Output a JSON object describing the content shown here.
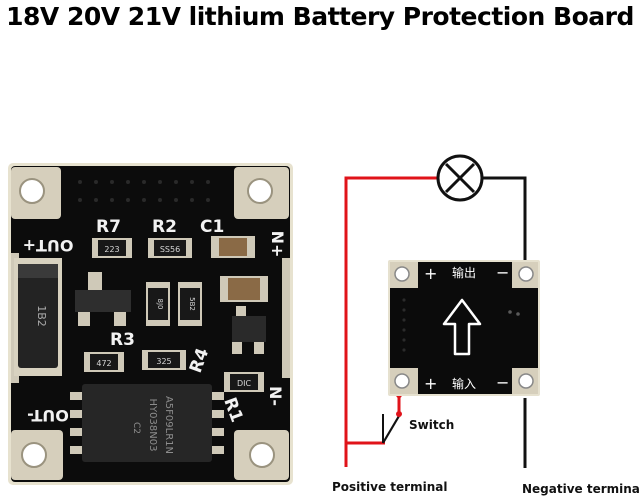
{
  "title": "18V 20V 21V lithium Battery Protection Board",
  "board": {
    "labels": {
      "out_plus": "OUT+",
      "out_minus": "OUT-",
      "n_plus": "N+",
      "n_minus": "N-"
    },
    "component_refs": [
      "R7",
      "R2",
      "C1",
      "R3",
      "R4",
      "R1"
    ],
    "component_codes": [
      "1B2",
      "223",
      "SS56",
      "472",
      "325",
      "8J0",
      "5B2",
      "DIC"
    ],
    "ic_marking": [
      "C2",
      "HY038N03",
      "A5F09LR1N"
    ]
  },
  "diagram": {
    "board_labels": {
      "plus_top": "+",
      "minus_top": "−",
      "plus_bottom": "+",
      "minus_bottom": "−",
      "output": "输出",
      "input": "输入"
    },
    "switch_label": "Switch",
    "positive_label": "Positive terminal",
    "negative_label": "Negative terminal"
  },
  "colors": {
    "pcb": "#0d0d0d",
    "pad": "#cfc9b8",
    "wire_positive": "#e0131a",
    "wire_negative": "#111111"
  }
}
